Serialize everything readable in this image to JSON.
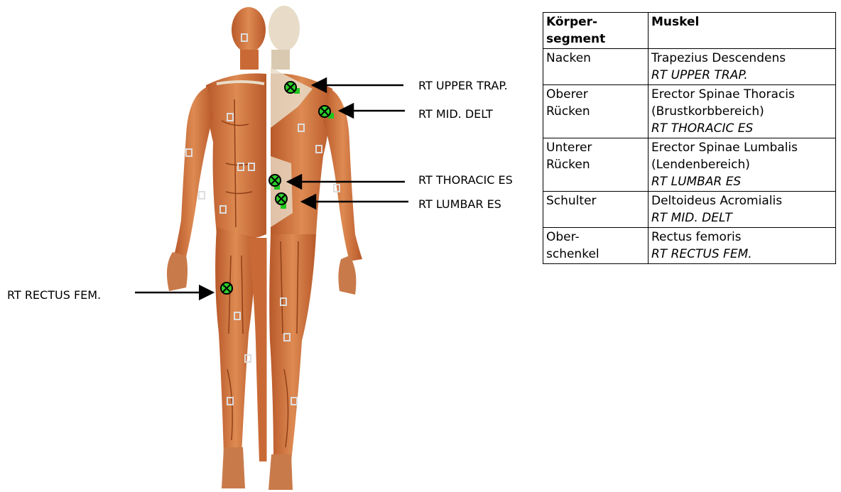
{
  "callouts": [
    {
      "id": "upper-trap",
      "label": "RT UPPER TRAP."
    },
    {
      "id": "mid-delt",
      "label": "RT MID. DELT"
    },
    {
      "id": "thoracic-es",
      "label": "RT THORACIC ES"
    },
    {
      "id": "lumbar-es",
      "label": "RT LUMBAR ES"
    },
    {
      "id": "rectus-fem",
      "label": "RT RECTUS FEM."
    }
  ],
  "table": {
    "header": {
      "segment_line1": "Körper-",
      "segment_line2": "segment",
      "muscle": "Muskel"
    },
    "rows": [
      {
        "segment": [
          "Nacken"
        ],
        "muscle": [
          "Trapezius Descendens"
        ],
        "code": "RT UPPER TRAP."
      },
      {
        "segment": [
          "Oberer",
          "Rücken"
        ],
        "muscle": [
          "Erector Spinae Thoracis",
          "(Brustkorbbereich)"
        ],
        "code": "RT THORACIC ES"
      },
      {
        "segment": [
          "Unterer",
          "Rücken"
        ],
        "muscle": [
          "Erector Spinae Lumbalis",
          "(Lendenbereich)"
        ],
        "code": "RT LUMBAR ES"
      },
      {
        "segment": [
          "Schulter"
        ],
        "muscle": [
          "Deltoideus Acromialis"
        ],
        "code": "RT MID. DELT"
      },
      {
        "segment": [
          "Ober-",
          "schenkel"
        ],
        "muscle": [
          "Rectus femoris"
        ],
        "code": "RT RECTUS FEM."
      }
    ]
  },
  "colors": {
    "muscle": "#d9783f",
    "muscle_dark": "#b8592a",
    "tendon": "#e8dcc8",
    "marker_green": "#22c51e",
    "arrow": "#000000"
  }
}
